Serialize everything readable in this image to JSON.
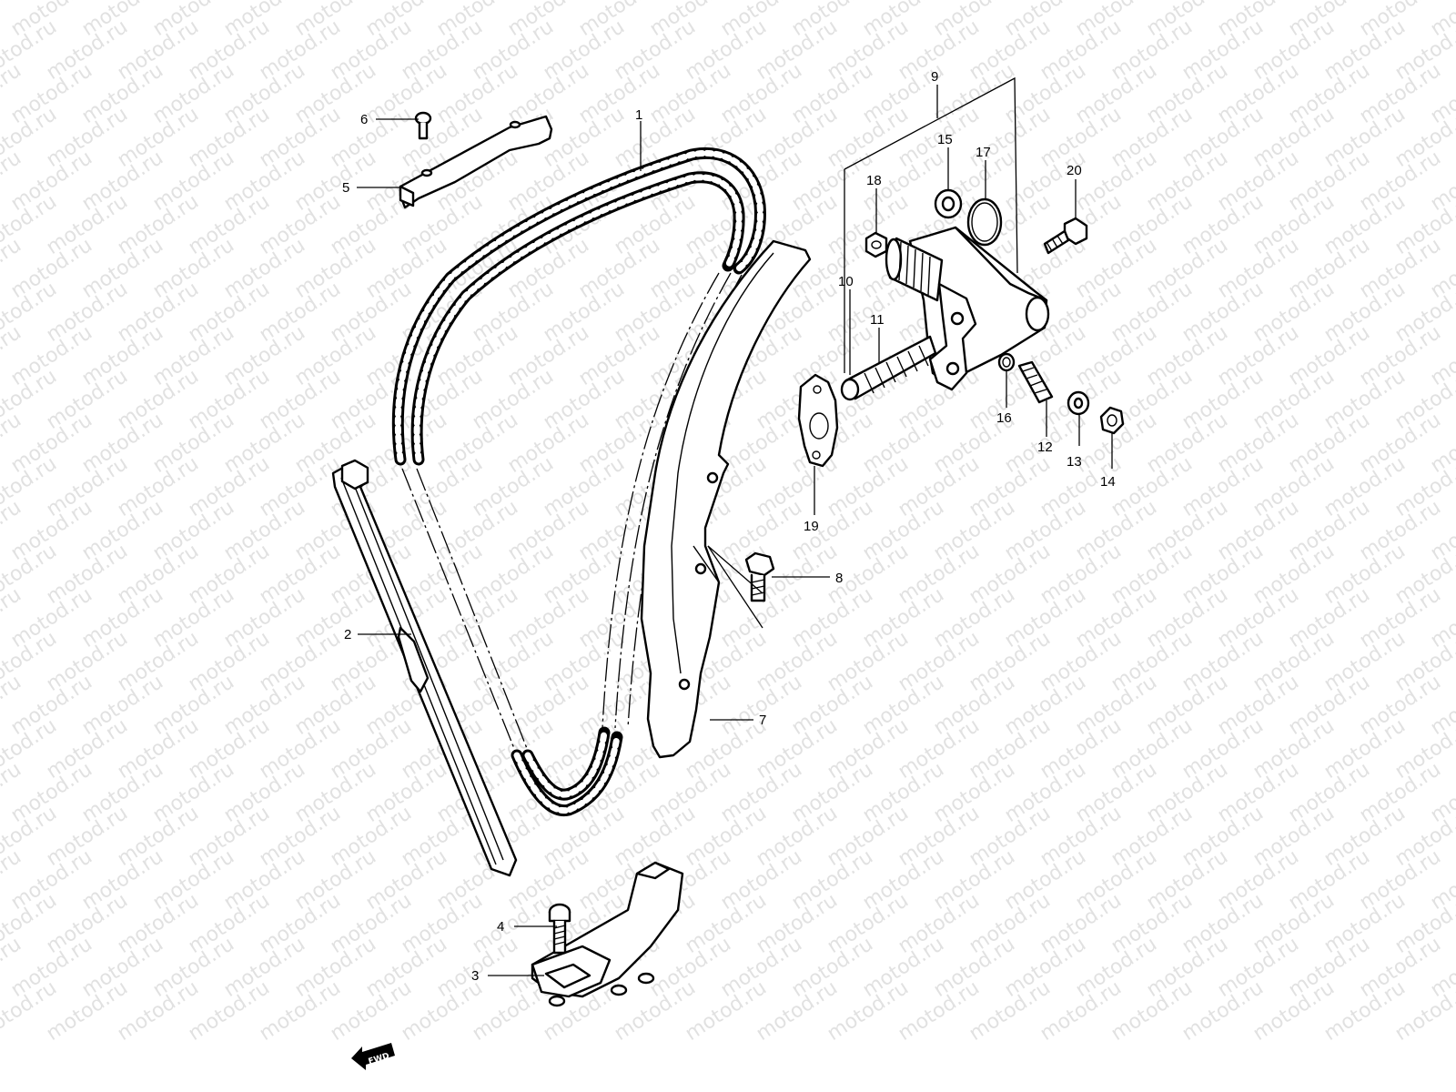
{
  "watermark": "motod.ru",
  "fwd_badge": "FWD",
  "callouts": [
    {
      "id": "1",
      "label": "1"
    },
    {
      "id": "2",
      "label": "2"
    },
    {
      "id": "3",
      "label": "3"
    },
    {
      "id": "4",
      "label": "4"
    },
    {
      "id": "5",
      "label": "5"
    },
    {
      "id": "6",
      "label": "6"
    },
    {
      "id": "7",
      "label": "7"
    },
    {
      "id": "8",
      "label": "8"
    },
    {
      "id": "9",
      "label": "9"
    },
    {
      "id": "10",
      "label": "10"
    },
    {
      "id": "11",
      "label": "11"
    },
    {
      "id": "12",
      "label": "12"
    },
    {
      "id": "13",
      "label": "13"
    },
    {
      "id": "14",
      "label": "14"
    },
    {
      "id": "15",
      "label": "15"
    },
    {
      "id": "16",
      "label": "16"
    },
    {
      "id": "17",
      "label": "17"
    },
    {
      "id": "18",
      "label": "18"
    },
    {
      "id": "19",
      "label": "19"
    },
    {
      "id": "20",
      "label": "20"
    }
  ]
}
